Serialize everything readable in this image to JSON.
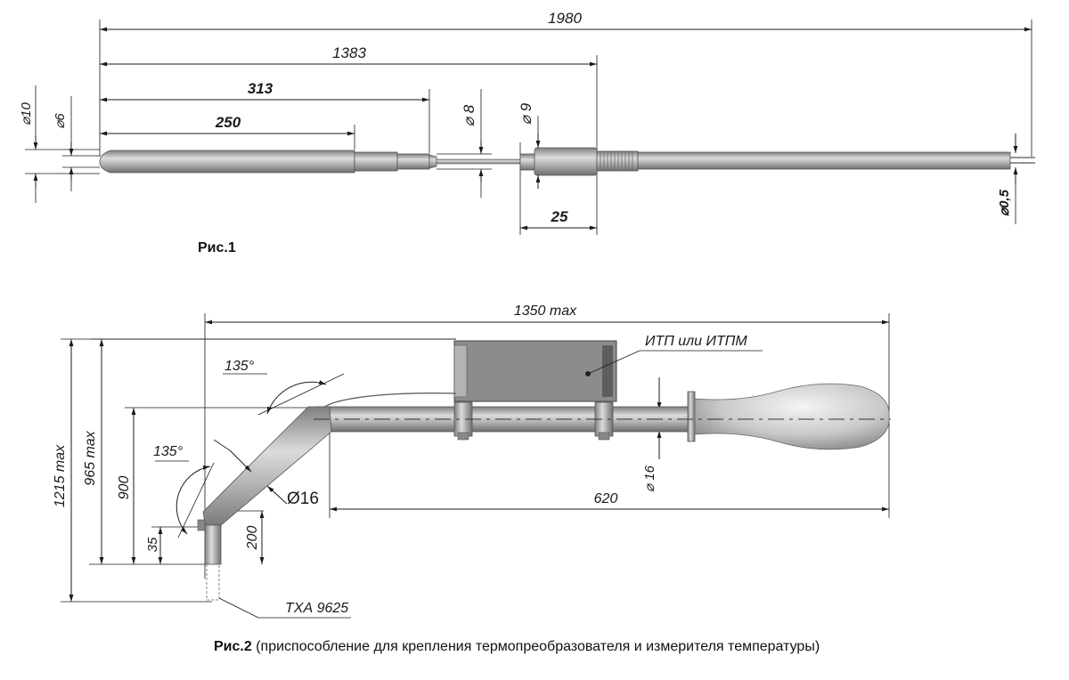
{
  "fig1": {
    "caption": "Рис.1",
    "dims": {
      "d1980": "1980",
      "d1383": "1383",
      "d313": "313",
      "d250": "250",
      "d25": "25",
      "phi10": "⌀10",
      "phi6": "⌀6",
      "phi8": "⌀ 8",
      "phi9": "⌀ 9",
      "phi05": "⌀0,5"
    }
  },
  "fig2": {
    "caption_bold": "Рис.2",
    "caption_rest": " (приспособление для крепления термопреобразователя и измерителя температуры)",
    "dims": {
      "d1350": "1350 max",
      "d1215": "1215 max",
      "d965": "965 max",
      "d900": "900",
      "d35": "35",
      "d200": "200",
      "d620": "620",
      "phi16v": "⌀ 16",
      "phi16": "Ø16",
      "a135top": "135°",
      "a135bot": "135°"
    },
    "labels": {
      "device": "ИТП или ИТПМ",
      "sensor": "ТХА 9625"
    }
  },
  "colors": {
    "steel": "#a9a9a9",
    "steel_light": "#d6d6d6",
    "steel_dark": "#7a7a7a",
    "box": "#8c8c8c",
    "line": "#1a1a1a"
  }
}
